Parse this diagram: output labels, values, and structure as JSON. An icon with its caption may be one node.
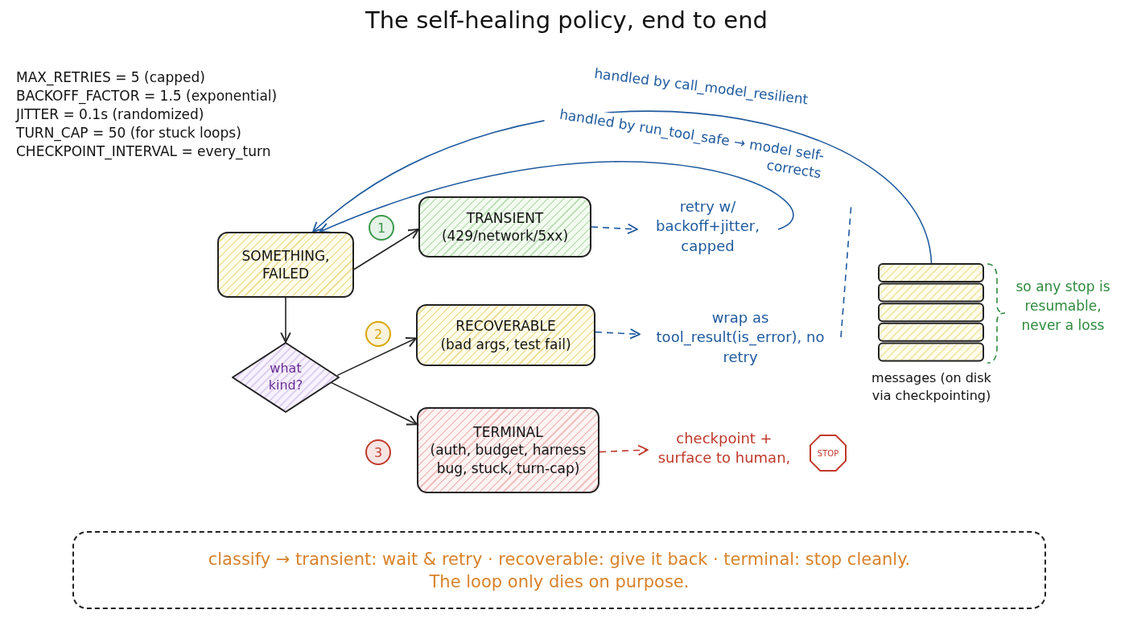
{
  "diagram": {
    "title": "The self-healing policy, end to end",
    "nodes": [
      {
        "text": [
          "SOMETHING, FAILED"
        ]
      },
      {
        "text": [
          "what kind?"
        ]
      },
      {
        "text": [
          "TRANSIENT",
          "(429/network/5xx)"
        ]
      },
      {
        "text": [
          "RECOVERABLE",
          "(bad args, test fail)"
        ]
      },
      {
        "text": [
          "TERMINAL",
          "(auth, budget, harness bug, stuck, turn-cap)"
        ]
      },
      {
        "text": [
          "1"
        ]
      },
      {
        "text": [
          "2"
        ]
      },
      {
        "text": [
          "3"
        ]
      },
      {
        "text": [
          "retry w/ backoff+jitter, capped"
        ]
      },
      {
        "text": [
          "wrap as tool_result(is_error), no retry"
        ]
      },
      {
        "text": [
          "checkpoint + surface to human,"
        ]
      },
      {
        "text": [
          "STOP"
        ]
      },
      {
        "text": [
          "messages (on disk via checkpointing)"
        ],
        "beside": [
          "so any stop is resumable, never a loss"
        ]
      },
      {
        "text": [
          "classify → transient: wait & retry · recoverable: give it back · terminal: stop cleanly.",
          "The loop only dies on purpose."
        ]
      }
    ],
    "edges": [
      {
        "from": 0,
        "to": 2,
        "arrow": "to",
        "color": "#222222"
      },
      {
        "from": 0,
        "to": 1,
        "arrow": "to",
        "color": "#222222"
      },
      {
        "from": 1,
        "to": 3,
        "arrow": "to",
        "color": "#222222"
      },
      {
        "from": 1,
        "to": 4,
        "arrow": "to",
        "color": "#222222"
      },
      {
        "from": 2,
        "to": 8,
        "arrow": "to",
        "style": "dashed"
      },
      {
        "from": 3,
        "to": 9,
        "arrow": "to",
        "style": "dashed"
      },
      {
        "from": 4,
        "to": 10,
        "arrow": "to",
        "style": "dashed",
        "color": "#c0392b"
      },
      {
        "from": 12,
        "to": 0,
        "arrow": "to",
        "label": "handled by call_model_resilient"
      },
      {
        "from": 8,
        "to": 0,
        "arrow": "to",
        "label": "handled by run_tool_safe → model self-corrects"
      },
      {
        "from": 9,
        "to": null,
        "arrow": "none",
        "style": "dashed"
      }
    ],
    "labels": [
      "MAX_RETRIES = 5 (capped)",
      "BACKOFF_FACTOR = 1.5 (exponential)",
      "JITTER = 0.1s (randomized)",
      "TURN_CAP = 50 (for stuck loops)",
      "CHECKPOINT_INTERVAL = every_turn"
    ]
  }
}
